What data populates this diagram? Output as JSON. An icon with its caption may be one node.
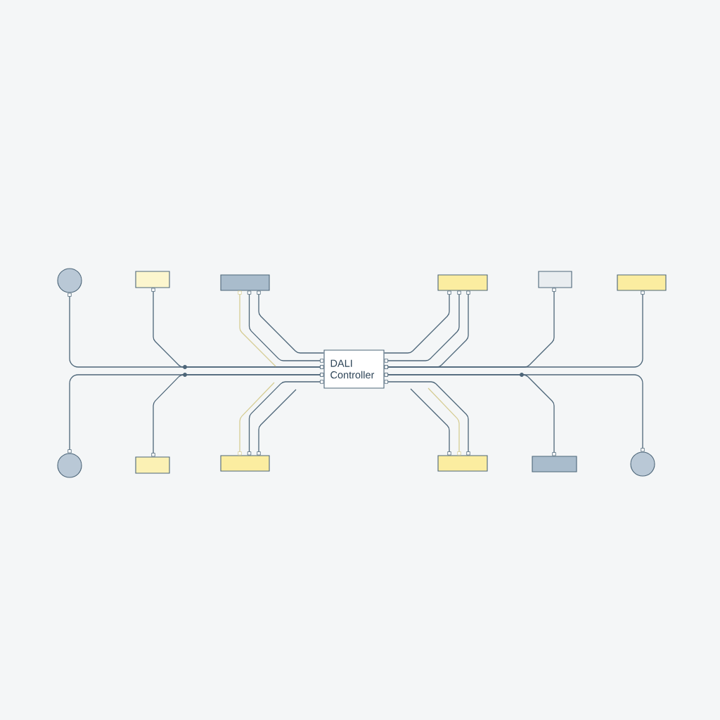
{
  "diagram": {
    "nodes": [
      {
        "text": [],
        "shape": "circle"
      },
      {
        "text": [],
        "shape": "box"
      },
      {
        "text": [],
        "shape": "box"
      },
      {
        "text": [],
        "shape": "box"
      },
      {
        "text": [],
        "shape": "box"
      },
      {
        "text": [],
        "shape": "box"
      },
      {
        "text": [
          "DALI Controller"
        ]
      },
      {
        "text": [],
        "shape": "circle"
      },
      {
        "text": [],
        "shape": "box"
      },
      {
        "text": [],
        "shape": "box"
      },
      {
        "text": [],
        "shape": "box"
      },
      {
        "text": [],
        "shape": "box"
      },
      {
        "text": [],
        "shape": "circle"
      }
    ],
    "edges": [
      {
        "from": 0,
        "to": 6,
        "arrow": "other"
      },
      {
        "from": 1,
        "to": 6,
        "arrow": "other"
      },
      {
        "from": 2,
        "to": null,
        "arrow": "other",
        "color": "#d6cd94"
      },
      {
        "from": 2,
        "to": 6,
        "arrow": "other"
      },
      {
        "from": 2,
        "to": 6,
        "arrow": "other"
      },
      {
        "from": 3,
        "to": 6,
        "arrow": "other"
      },
      {
        "from": 3,
        "to": 6,
        "arrow": "other"
      },
      {
        "from": 3,
        "to": 6,
        "arrow": "other"
      },
      {
        "from": 4,
        "to": 6,
        "arrow": "other"
      },
      {
        "from": 5,
        "to": 6,
        "arrow": "other"
      },
      {
        "from": 7,
        "to": 6,
        "arrow": "other"
      },
      {
        "from": 8,
        "to": 6,
        "arrow": "other"
      },
      {
        "from": 9,
        "to": null,
        "arrow": "other",
        "color": "#d6cd94"
      },
      {
        "from": 9,
        "to": 6,
        "arrow": "other"
      },
      {
        "from": 9,
        "to": null,
        "arrow": "other"
      },
      {
        "from": 10,
        "to": null,
        "arrow": "other"
      },
      {
        "from": 10,
        "to": null,
        "arrow": "other",
        "color": "#d6cd94"
      },
      {
        "from": 10,
        "to": 6,
        "arrow": "other"
      },
      {
        "from": 11,
        "to": 6,
        "arrow": "other"
      },
      {
        "from": 12,
        "to": 6,
        "arrow": "other"
      }
    ]
  }
}
